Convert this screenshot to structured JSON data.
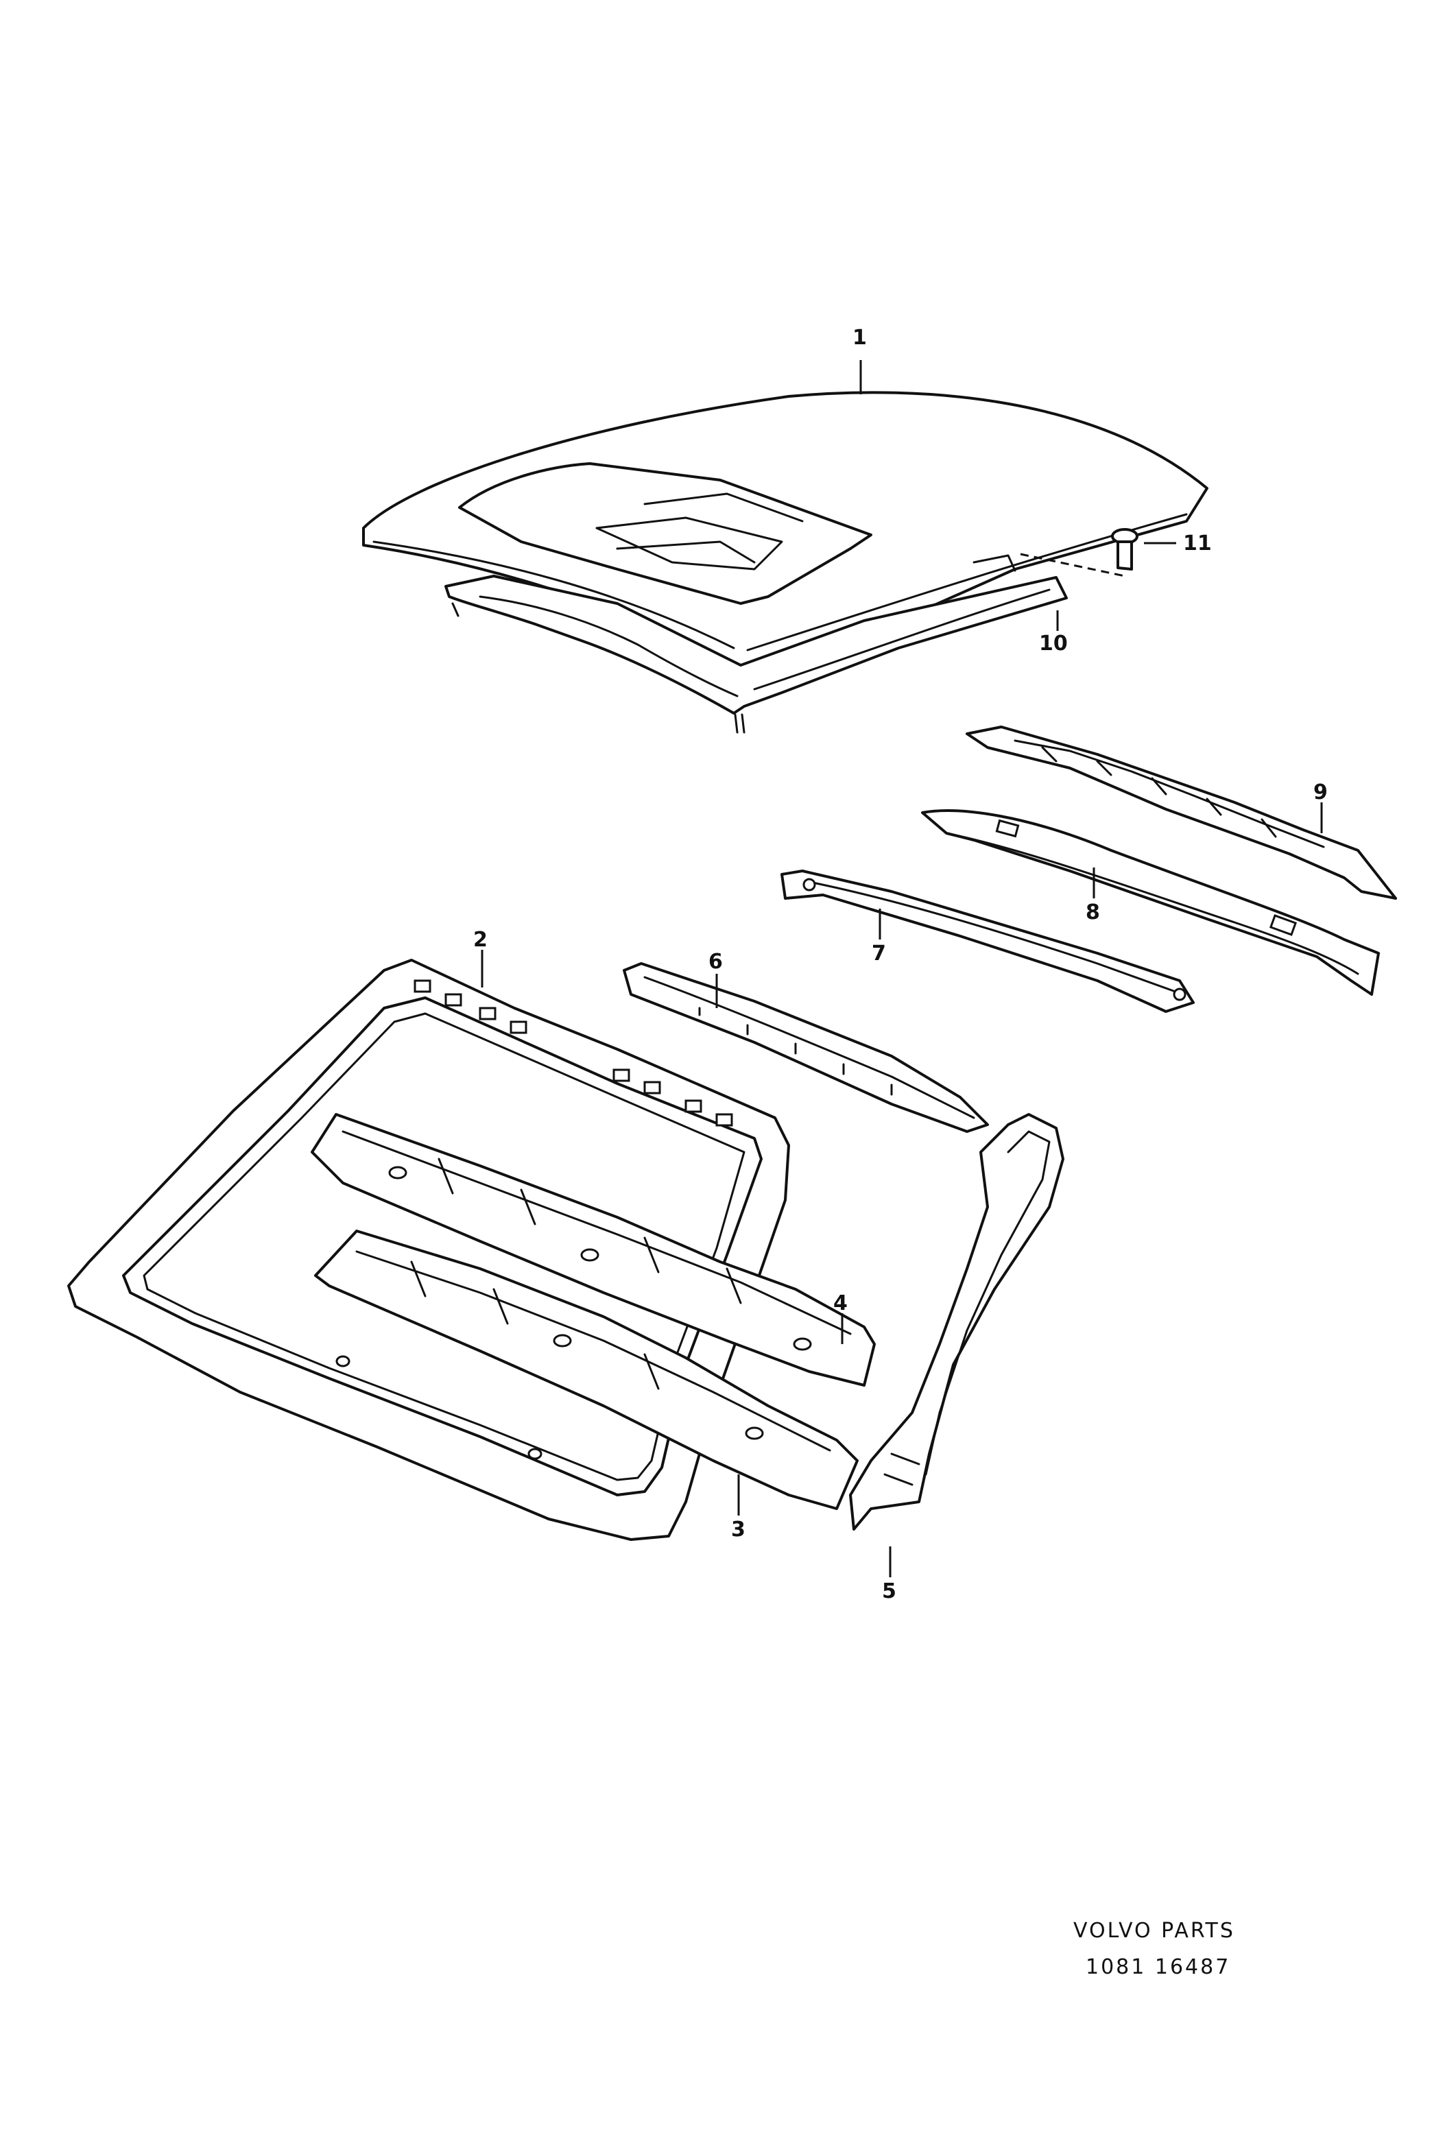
{
  "callouts": {
    "c1": "1",
    "c2": "2",
    "c3": "3",
    "c4": "4",
    "c5": "5",
    "c6": "6",
    "c7": "7",
    "c8": "8",
    "c9": "9",
    "c10": "10",
    "c11": "11"
  },
  "footer": {
    "brand": "VOLVO PARTS",
    "number": "1081 16487"
  }
}
